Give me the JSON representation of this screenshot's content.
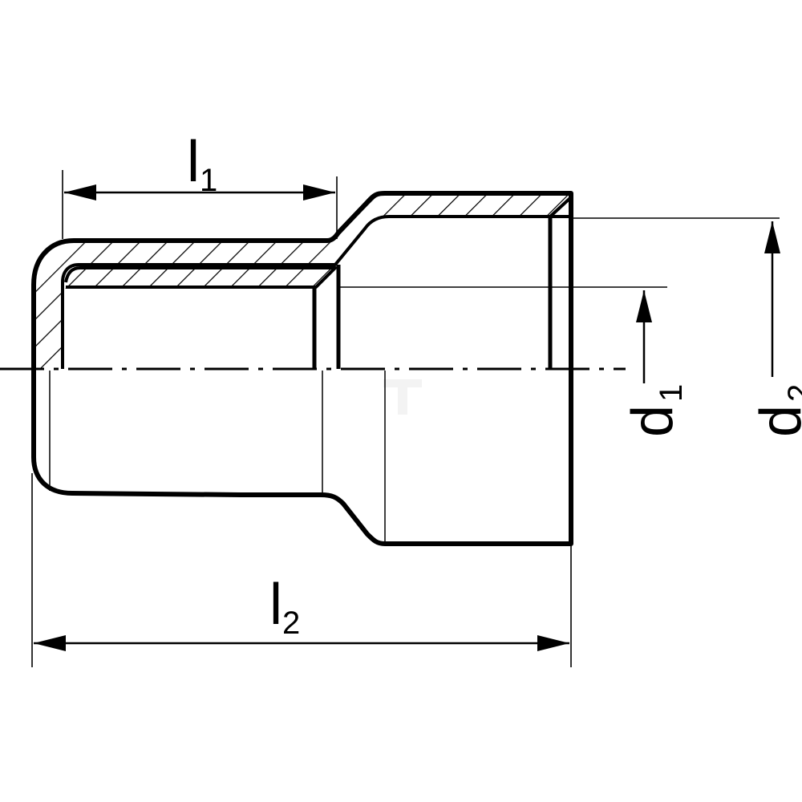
{
  "dimensions": {
    "l1": {
      "letter": "l",
      "sub": "1"
    },
    "l2": {
      "letter": "l",
      "sub": "2"
    },
    "d1": {
      "letter": "d",
      "sub": "1"
    },
    "d2": {
      "letter": "d",
      "sub": "2"
    }
  },
  "colors": {
    "line": "#000000",
    "background": "#ffffff",
    "watermark": "#f3f3f3"
  }
}
